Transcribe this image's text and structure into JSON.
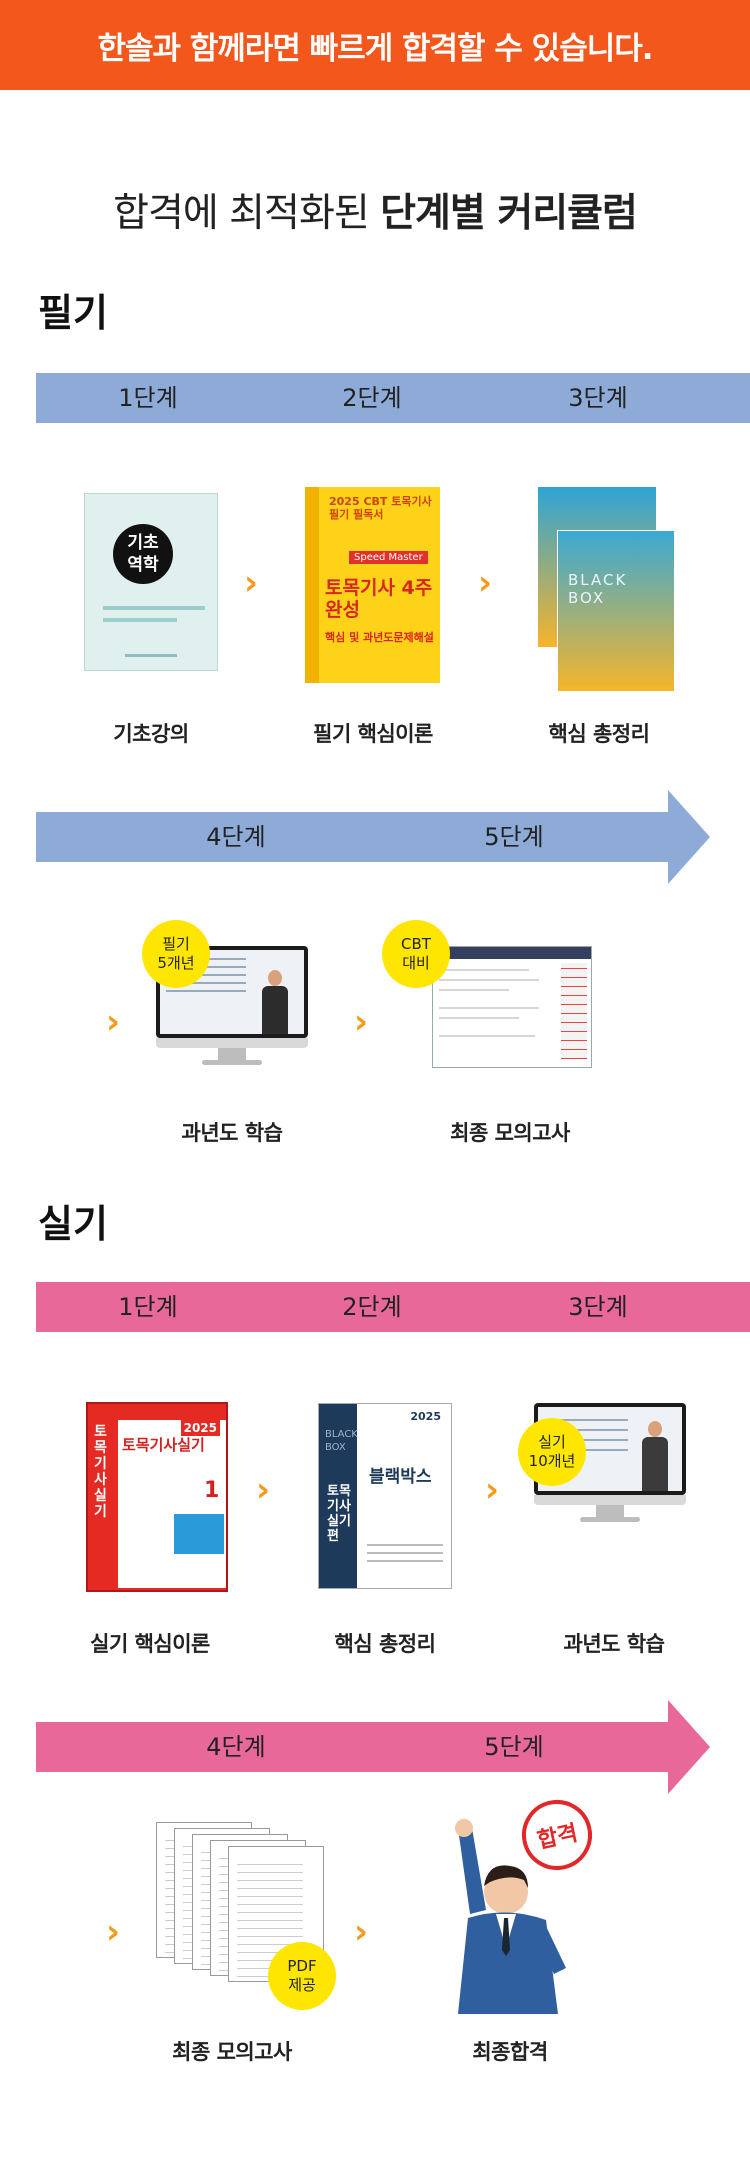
{
  "banner": {
    "text": "한솔과 함께라면 빠르게 합격할 수 있습니다."
  },
  "headline": {
    "normal": "합격에 최적화된 ",
    "bold": "단계별 커리큘럼"
  },
  "colors": {
    "banner": "#f4571c",
    "written_bar": "#8eabd7",
    "practical_bar": "#e9689a",
    "chevron": "#f59a1a",
    "badge": "#ffe600"
  },
  "written": {
    "title": "필기",
    "row1_steps": [
      "1단계",
      "2단계",
      "3단계"
    ],
    "row2_steps": [
      "4단계",
      "5단계"
    ],
    "items": [
      {
        "caption": "기초강의",
        "cover_title": "기초\n역학"
      },
      {
        "caption": "필기 핵심이론",
        "cover_title": "토목기사 4주완성",
        "cover_sub": "핵심 및 과년도문제해설",
        "cover_year": "2025 CBT 토목기사필기 필독서",
        "cover_tag": "Speed Master"
      },
      {
        "caption": "핵심 총정리",
        "cover_title": "BLACK BOX"
      },
      {
        "caption": "과년도 학습",
        "badge": [
          "필기",
          "5개년"
        ]
      },
      {
        "caption": "최종 모의고사",
        "badge": [
          "CBT",
          "대비"
        ]
      }
    ]
  },
  "practical": {
    "title": "실기",
    "row1_steps": [
      "1단계",
      "2단계",
      "3단계"
    ],
    "row2_steps": [
      "4단계",
      "5단계"
    ],
    "items": [
      {
        "caption": "실기 핵심이론",
        "cover_title": "토목기사실기",
        "cover_year": "2025"
      },
      {
        "caption": "핵심 총정리",
        "cover_title": "블랙박스",
        "cover_year": "2025",
        "cover_spine": "토목기사 실기편"
      },
      {
        "caption": "과년도 학습",
        "badge": [
          "실기",
          "10개년"
        ]
      },
      {
        "caption": "최종 모의고사",
        "badge": [
          "PDF",
          "제공"
        ]
      },
      {
        "caption": "최종합격",
        "stamp": "합격"
      }
    ]
  }
}
